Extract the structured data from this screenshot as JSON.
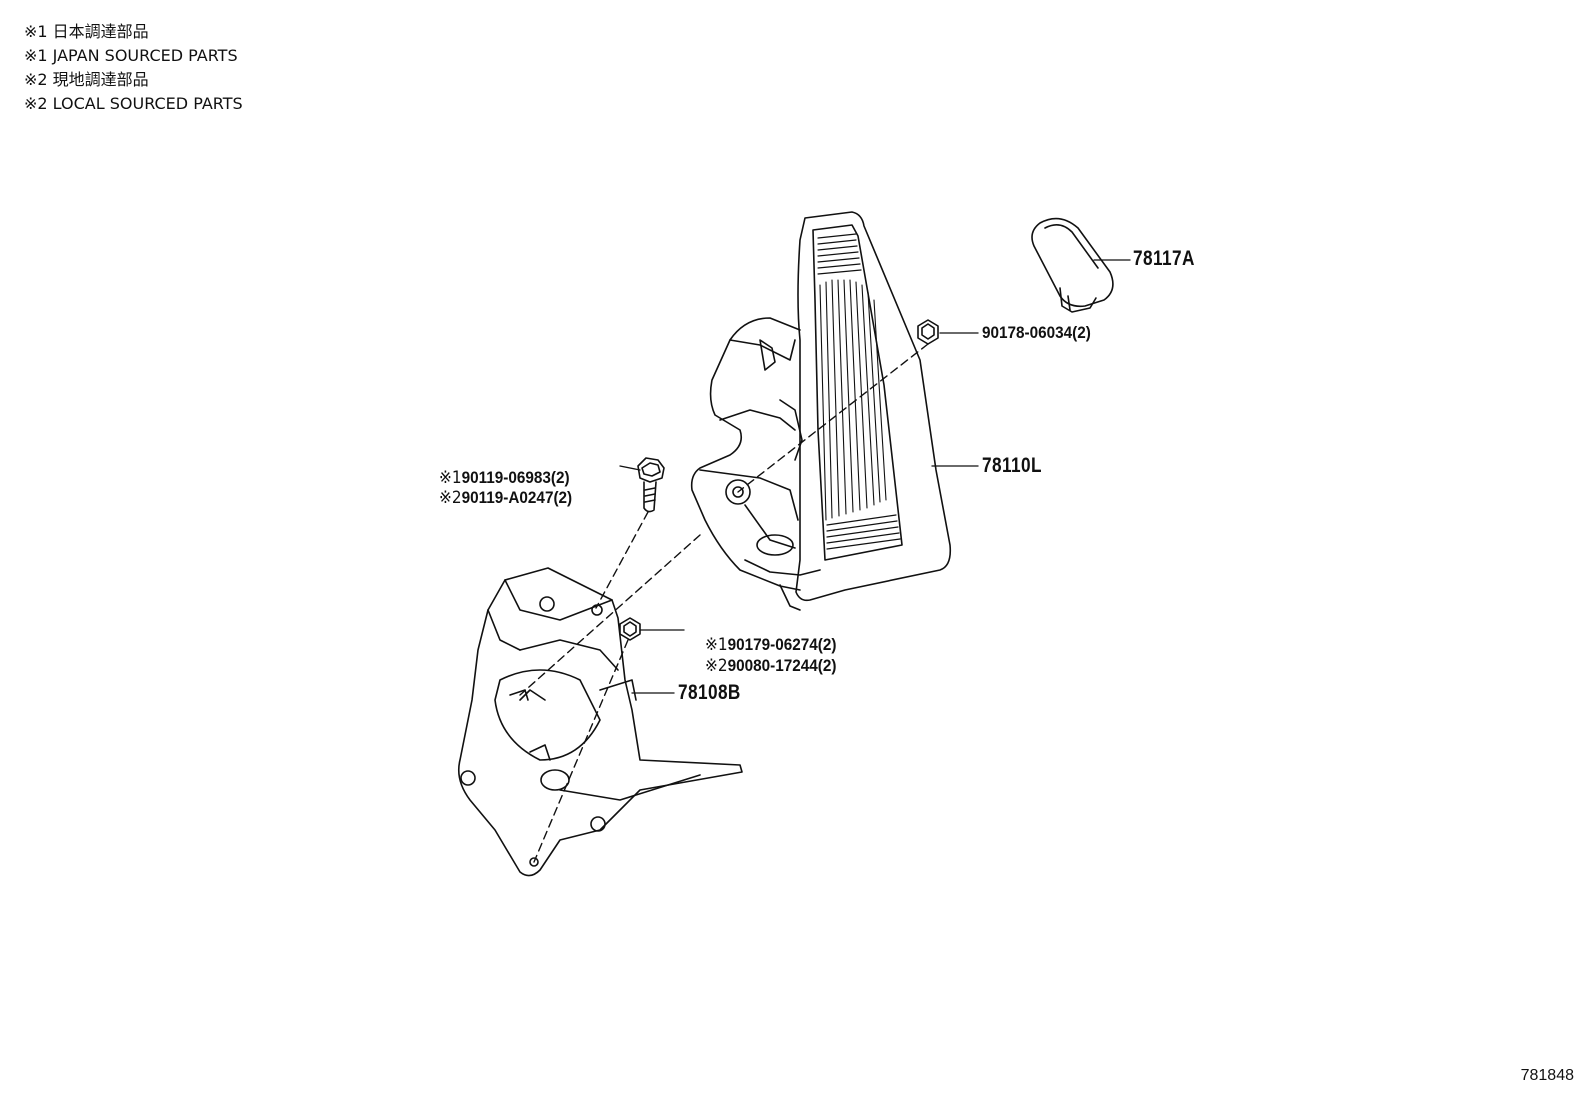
{
  "notes": [
    "※1 日本調達部品",
    "※1 JAPAN SOURCED PARTS",
    "※2 現地調達部品",
    "※2 LOCAL SOURCED PARTS"
  ],
  "labels": {
    "p78117A": "78117A",
    "p90178": "90178-06034(2)",
    "p78110L": "78110L",
    "bolt_ref1": "※1",
    "bolt_part1": "90119-06983(2)",
    "bolt_ref2": "※2",
    "bolt_part2": "90119-A0247(2)",
    "nut_ref1": "※1",
    "nut_part1": "90179-06274(2)",
    "nut_ref2": "※2",
    "nut_part2": "90080-17244(2)",
    "p78108B": "78108B"
  },
  "illustration_id": "781848"
}
